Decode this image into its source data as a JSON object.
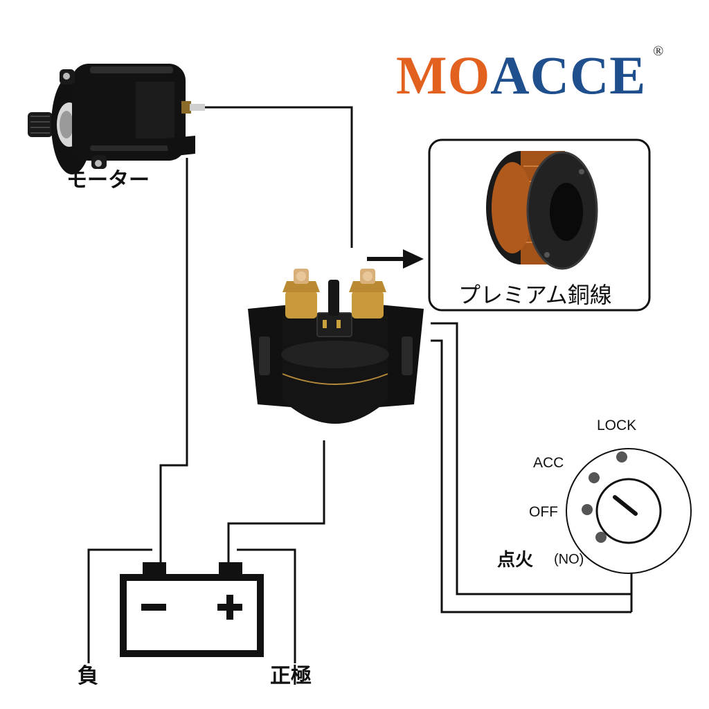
{
  "brand": {
    "name_part1": "MO",
    "name_part2": "ACCE",
    "registered": "®",
    "color_orange": "#e2611f",
    "color_blue": "#1f4f8c"
  },
  "labels": {
    "motor": "モーター",
    "copper_wire": "プレミアム銅線",
    "negative": "負",
    "positive": "正極",
    "ignition": "点火",
    "ignition_state": "(NO)"
  },
  "ignition_switch": {
    "positions": [
      "LOCK",
      "ACC",
      "OFF"
    ]
  },
  "battery": {
    "minus_symbol": "−",
    "plus_symbol": "+"
  },
  "icons": {
    "motor": "starter-motor-icon",
    "relay": "starter-relay-solenoid-icon",
    "spool": "copper-wire-spool-icon",
    "battery": "battery-icon",
    "switch": "ignition-switch-icon",
    "arrow": "right-arrow-icon"
  }
}
